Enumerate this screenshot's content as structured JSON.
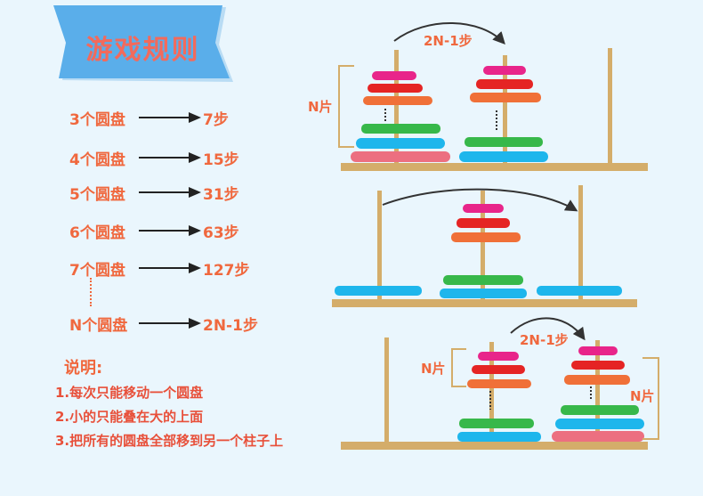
{
  "title": "游戏规则",
  "rules": [
    {
      "disks": "3个圆盘",
      "steps": "7步"
    },
    {
      "disks": "4个圆盘",
      "steps": "15步"
    },
    {
      "disks": "5个圆盘",
      "steps": "31步"
    },
    {
      "disks": "6个圆盘",
      "steps": "63步"
    },
    {
      "disks": "7个圆盘",
      "steps": "127步"
    },
    {
      "disks": "N个圆盘",
      "steps": "2N-1步"
    }
  ],
  "notes": {
    "heading": "说明:",
    "items": [
      "1.每次只能移动一个圆盘",
      "2.小的只能叠在大的上面",
      "3.把所有的圆盘全部移到另一个柱子上"
    ]
  },
  "diagram_labels": {
    "stage1_arrow": "2N-1步",
    "stage1_bracket": "N片",
    "stage3_arrow": "2N-1步",
    "stage3_bracket_left": "N片",
    "stage3_bracket_right": "N片"
  },
  "colors": {
    "background": "#eaf6fd",
    "banner": "#5aaeea",
    "text_orange": "#f0683e",
    "rod": "#d4ad6a",
    "disk_magenta": "#e8258a",
    "disk_red": "#e52424",
    "disk_orange": "#f07038",
    "disk_green": "#37b84a",
    "disk_cyan": "#1eb6ec",
    "disk_pink": "#ec6f80"
  }
}
